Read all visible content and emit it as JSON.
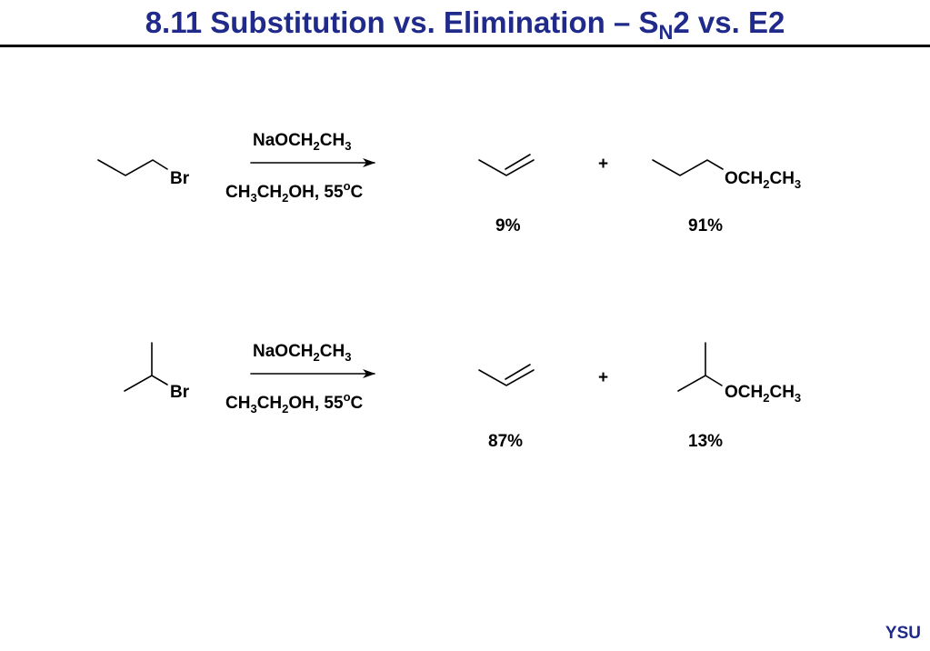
{
  "header": {
    "title_main": "8.11 Substitution vs. Elimination – S",
    "title_sub": "N",
    "title_rest": "2 vs. E2",
    "color": "#1f2a8a"
  },
  "reactions": [
    {
      "substrate_atom": "Br",
      "reagent_top": {
        "a": "NaOCH",
        "b": "2",
        "c": "CH",
        "d": "3"
      },
      "reagent_bottom": {
        "a": "CH",
        "b": "3",
        "c": "CH",
        "d": "2",
        "e": "OH, 55",
        "f": "o",
        "g": "C"
      },
      "plus": "+",
      "ether_label": {
        "a": "OCH",
        "b": "2",
        "c": "CH",
        "d": "3"
      },
      "elimination_yield": "9%",
      "substitution_yield": "91%"
    },
    {
      "substrate_atom": "Br",
      "reagent_top": {
        "a": "NaOCH",
        "b": "2",
        "c": "CH",
        "d": "3"
      },
      "reagent_bottom": {
        "a": "CH",
        "b": "3",
        "c": "CH",
        "d": "2",
        "e": "OH, 55",
        "f": "o",
        "g": "C"
      },
      "plus": "+",
      "ether_label": {
        "a": "OCH",
        "b": "2",
        "c": "CH",
        "d": "3"
      },
      "elimination_yield": "87%",
      "substitution_yield": "13%"
    }
  ],
  "footer": {
    "label": "YSU"
  }
}
